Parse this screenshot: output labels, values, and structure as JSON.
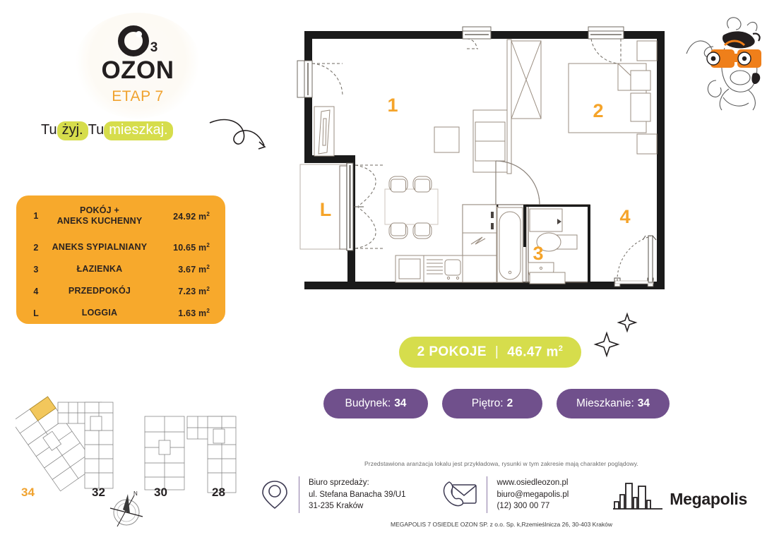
{
  "logo": {
    "mark": "O",
    "subscript": "3",
    "wordmark": "OZON",
    "stage": "ETAP 7",
    "icon": "ozone-logo-icon"
  },
  "slogan": {
    "part1": "Tu",
    "part2": "żyj.",
    "part3": "Tu",
    "part4": "mieszkaj.",
    "arrow_icon": "curved-arrow-icon"
  },
  "legend": {
    "rows": [
      {
        "num": "1",
        "name_line1": "POKÓJ +",
        "name_line2": "ANEKS KUCHENNY",
        "area": "24.92 m",
        "unit": "2"
      },
      {
        "num": "2",
        "name_line1": "ANEKS SYPIALNIANY",
        "name_line2": "",
        "area": "10.65 m",
        "unit": "2"
      },
      {
        "num": "3",
        "name_line1": "ŁAZIENKA",
        "name_line2": "",
        "area": "3.67 m",
        "unit": "2"
      },
      {
        "num": "4",
        "name_line1": "PRZEDPOKÓJ",
        "name_line2": "",
        "area": "7.23 m",
        "unit": "2"
      },
      {
        "num": "L",
        "name_line1": "LOGGIA",
        "name_line2": "",
        "area": "1.63 m",
        "unit": "2"
      }
    ]
  },
  "plan": {
    "room_markers": [
      {
        "id": "1",
        "label": "1"
      },
      {
        "id": "2",
        "label": "2"
      },
      {
        "id": "3",
        "label": "3"
      },
      {
        "id": "4",
        "label": "4"
      },
      {
        "id": "L",
        "label": "L"
      }
    ]
  },
  "mascot": {
    "icon": "mascot-with-binoculars-icon"
  },
  "summary": {
    "rooms": "2 POKOJE",
    "separator": "|",
    "area": "46.47 m",
    "area_unit": "2",
    "sparkle_icon": "sparkles-icon"
  },
  "pills": [
    {
      "label": "Budynek:",
      "value": "34"
    },
    {
      "label": "Piętro:",
      "value": "2"
    },
    {
      "label": "Mieszkanie:",
      "value": "34"
    }
  ],
  "mini_plans": {
    "labels": [
      {
        "text": "34",
        "active": true
      },
      {
        "text": "32",
        "active": false
      },
      {
        "text": "30",
        "active": false
      },
      {
        "text": "28",
        "active": false
      }
    ],
    "compass_icon": "compass-rose-icon",
    "compass_north": "N"
  },
  "footer": {
    "disclaimer": "Przedstawiona aranżacja lokalu jest przykładowa, rysunki w tym zakresie mają charakter poglądowy.",
    "office": {
      "icon": "map-pin-icon",
      "line1": "Biuro sprzedaży:",
      "line2": "ul. Stefana Banacha 39/U1",
      "line3": "31-235 Kraków"
    },
    "contact": {
      "icon": "phone-envelope-icon",
      "line1": "www.osiedleozon.pl",
      "line2": "biuro@megapolis.pl",
      "line3": "(12) 300 00 77"
    },
    "brand": {
      "icon": "city-skyline-icon",
      "name": "Megapolis"
    },
    "company": "MEGAPOLIS 7 OSIEDLE OZON SP. z o.o. Sp. k,Rzemieślnicza 26, 30-403 Kraków"
  },
  "colors": {
    "orange": "#f7a92c",
    "lime": "#d6dd4c",
    "purple": "#70508c",
    "ink": "#231f20"
  }
}
